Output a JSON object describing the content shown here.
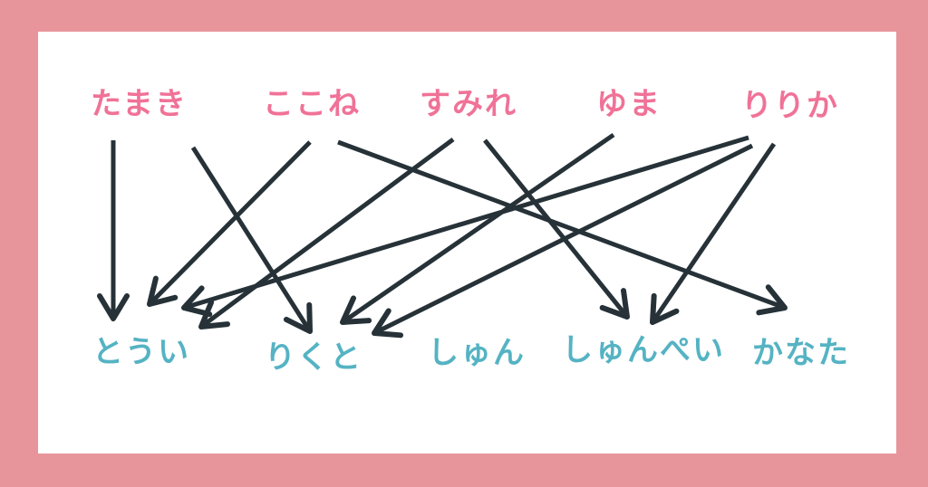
{
  "colors": {
    "border": "#e8949b",
    "background": "#ffffff",
    "top_names": "#f07297",
    "bottom_names": "#55b3c3",
    "arrows": "#263238"
  },
  "top_names": [
    "たまき",
    "ここね",
    "すみれ",
    "ゆま",
    "りりか"
  ],
  "bottom_names": [
    "とうい",
    "りくと",
    "しゅん",
    "しゅんぺい",
    "かなた"
  ],
  "arrows": [
    {
      "from": "たまき",
      "to": "とうい"
    },
    {
      "from": "たまき",
      "to": "りくと"
    },
    {
      "from": "ここね",
      "to": "とうい"
    },
    {
      "from": "ここね",
      "to": "かなた"
    },
    {
      "from": "すみれ",
      "to": "とうい"
    },
    {
      "from": "すみれ",
      "to": "しゅんぺい"
    },
    {
      "from": "ゆま",
      "to": "りくと"
    },
    {
      "from": "りりか",
      "to": "とうい"
    },
    {
      "from": "りりか",
      "to": "りくと"
    },
    {
      "from": "りりか",
      "to": "しゅんぺい"
    }
  ]
}
